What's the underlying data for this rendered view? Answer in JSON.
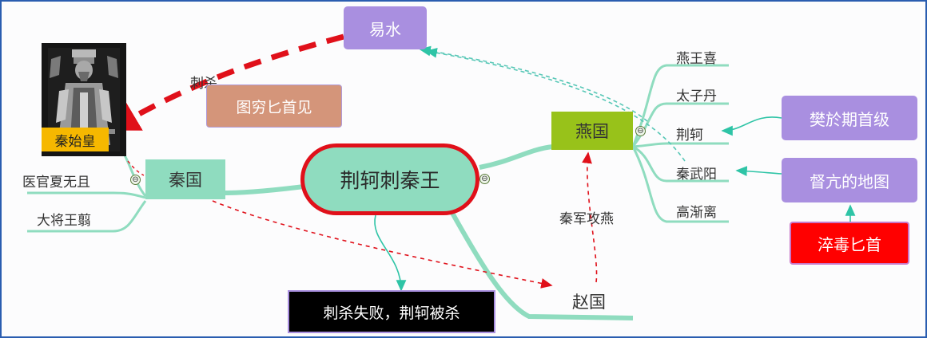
{
  "central": {
    "label": "荆轲刺秦王"
  },
  "qin": {
    "label": "秦国",
    "children": [
      "医官夏无且",
      "大将王翦"
    ]
  },
  "yan": {
    "label": "燕国",
    "children": [
      "燕王喜",
      "太子丹",
      "荆轲",
      "秦武阳",
      "高渐离"
    ]
  },
  "zhao": {
    "label": "赵国"
  },
  "yishui": {
    "label": "易水"
  },
  "qinshihuang": {
    "label": "秦始皇"
  },
  "tuqiong": {
    "label": "图穷匕首见"
  },
  "result": {
    "label": "刺杀失败，荆轲被杀"
  },
  "fanyuqi": {
    "label": "樊於期首级"
  },
  "map": {
    "label": "督亢的地图"
  },
  "dagger": {
    "label": "淬毒匕首"
  },
  "relations": {
    "assassinate": "刺杀",
    "qin_attack": "秦军攻燕"
  },
  "collapse_symbol": "⊖",
  "colors": {
    "branch": "#8fdcbf",
    "central_fill": "#8fdcbf",
    "central_border": "#e0101a",
    "qin_fill": "#8fdcbf",
    "yan_fill": "#98c21a",
    "purple": "#a98fe0",
    "salmon": "#d4957a",
    "gold": "#f6b800",
    "red": "#ff0000",
    "black": "#000000",
    "arrow_teal": "#2ec4a6",
    "dash_red": "#e0101a"
  }
}
